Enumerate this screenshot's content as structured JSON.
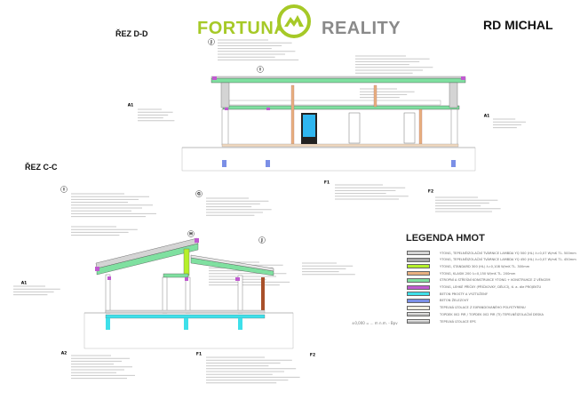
{
  "logo": {
    "left": "FORTUNA",
    "right": "REALITY",
    "green": "#a6c927",
    "grey": "#8a8a8a"
  },
  "project_title": "RD MICHAL",
  "sections": [
    {
      "label": "ŘEZ D-D"
    },
    {
      "label": "ŘEZ C-C"
    }
  ],
  "markers": [
    "J",
    "I",
    "A1",
    "A1",
    "I",
    "G",
    "H",
    "J",
    "F1",
    "F2",
    "A1",
    "A2",
    "F1",
    "F2"
  ],
  "legend": {
    "title": "LEGENDA HMOT",
    "items": [
      {
        "label": "YTONG, TEPELNĚIZOLAČNÍ TVÁRNICE LAMBDA YQ 500 (HL) λ=0,07 W/mK TL. 500mm",
        "color": "#d4d4d4"
      },
      {
        "label": "YTONG, TEPELNĚIZOLAČNÍ TVÁRNICE LAMBDA YQ 450 (HL) λ=0,07 W/mK TL. 450mm",
        "color": "#a9a9a9"
      },
      {
        "label": "YTONG, STANDARD 300 (HL) λ=0,108 W/mK TL. 300mm",
        "color": "#b5f02a"
      },
      {
        "label": "YTONG, KLASIK 200 λ=0,150 W/mK TL. 200mm",
        "color": "#e8b07f"
      },
      {
        "label": "STROPNÍ A STŘEŠNÍ KONSTRUKCE YTONG + KONSTRUKCE Z VĚNCEM",
        "color": "#7fe0a0"
      },
      {
        "label": "YTONG, LEHKÉ PŘÍČKY (PŘÍČKOVKY, DĚLÍCÍ), tl. a. dle PROJEKTU",
        "color": "#c05ad0"
      },
      {
        "label": "BETON PROSTÝ A VYZTUŽENÝ",
        "color": "#3ee0ea"
      },
      {
        "label": "BETON ŽELEZOVÝ",
        "color": "#7b8fe6"
      },
      {
        "label": "TEPELNÁ IZOLACE Z EXPANDOVANÉHO POLYSTYRENU",
        "color": "#f1efe2"
      },
      {
        "label": "TOPDEK 002 PIR / TOPDEK 002 PIR (TI) TEPELNĚIZOLAČNÍ DESKA",
        "color": "#e6e6e6"
      },
      {
        "label": "TEPELNÁ IZOLACE EPS",
        "color": "#e6e6e6"
      }
    ]
  },
  "scale_note": "±0,000 = ... m n.m. - Bpv"
}
